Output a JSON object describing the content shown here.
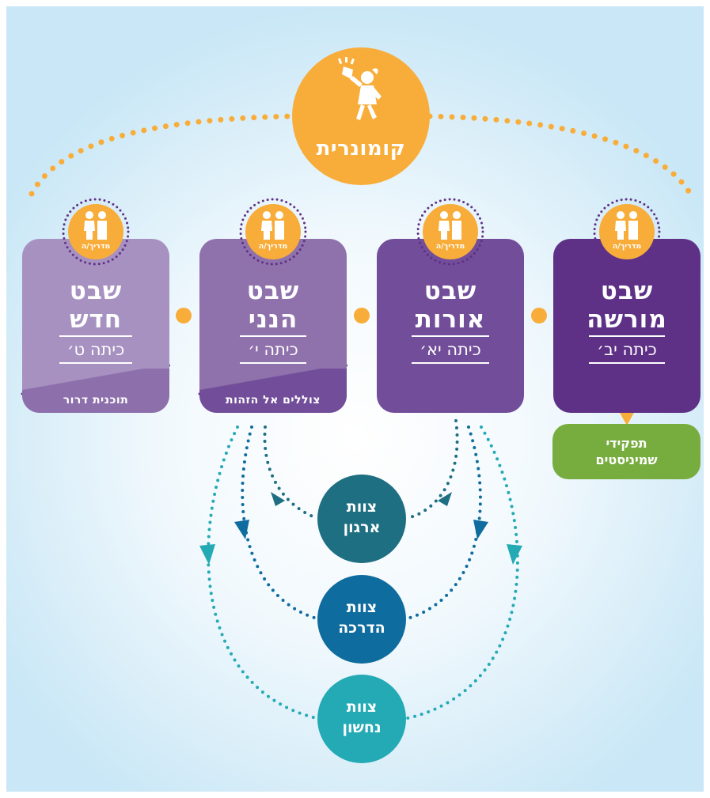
{
  "title": "קומונרית",
  "badge_label": "מדריך/ה",
  "colors": {
    "orange": "#f8ad3a",
    "moreshet": "#5e3187",
    "orot": "#724d99",
    "hineni": "#8f71ac",
    "chadash": "#a791c1",
    "team_organization": "#1f6f82",
    "team_guidance": "#0f6c9e",
    "team_nachshon": "#23aab5",
    "green": "#77ad3f"
  },
  "tribes": [
    {
      "name_line1": "שבט",
      "name_line2": "מורשה",
      "grade": "כיתה יב׳",
      "band": ""
    },
    {
      "name_line1": "שבט",
      "name_line2": "אורות",
      "grade": "כיתה יא׳",
      "band": ""
    },
    {
      "name_line1": "שבט",
      "name_line2": "הנני",
      "grade": "כיתה י׳",
      "band": "צוללים אל הזהות"
    },
    {
      "name_line1": "שבט",
      "name_line2": "חדש",
      "grade": "כיתה ט׳",
      "band": "תוכנית דרור"
    }
  ],
  "shministim": {
    "line1": "תפקידי",
    "line2": "שמיניסטים"
  },
  "teams": [
    {
      "line1": "צוות",
      "line2": "ארגון"
    },
    {
      "line1": "צוות",
      "line2": "הדרכה"
    },
    {
      "line1": "צוות",
      "line2": "נחשון"
    }
  ]
}
